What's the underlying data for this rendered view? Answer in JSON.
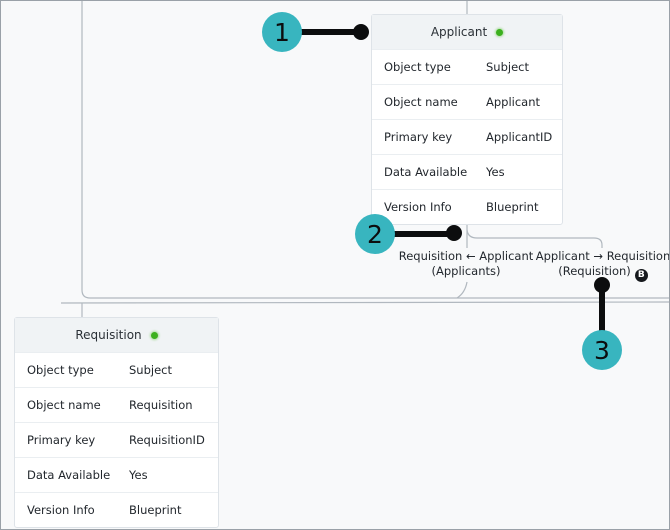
{
  "colors": {
    "callout": "#38b5bf",
    "status": "#3cb01e",
    "connector": "#b1b8bf"
  },
  "cards": {
    "applicant": {
      "title": "Applicant",
      "status": "green",
      "rows": [
        {
          "label": "Object type",
          "value": "Subject"
        },
        {
          "label": "Object name",
          "value": "Applicant"
        },
        {
          "label": "Primary key",
          "value": "ApplicantID"
        },
        {
          "label": "Data Available",
          "value": "Yes"
        },
        {
          "label": "Version Info",
          "value": "Blueprint"
        }
      ]
    },
    "requisition": {
      "title": "Requisition",
      "status": "green",
      "rows": [
        {
          "label": "Object type",
          "value": "Subject"
        },
        {
          "label": "Object name",
          "value": "Requisition"
        },
        {
          "label": "Primary key",
          "value": "RequisitionID"
        },
        {
          "label": "Data Available",
          "value": "Yes"
        },
        {
          "label": "Version Info",
          "value": "Blueprint"
        }
      ]
    }
  },
  "relationships": {
    "left": {
      "line1": "Requisition ← Applicant",
      "line2": "(Applicants)"
    },
    "right": {
      "line1": "Applicant → Requisition",
      "line2": "(Requisition)",
      "badge": "B"
    }
  },
  "callouts": {
    "one": "1",
    "two": "2",
    "three": "3"
  }
}
